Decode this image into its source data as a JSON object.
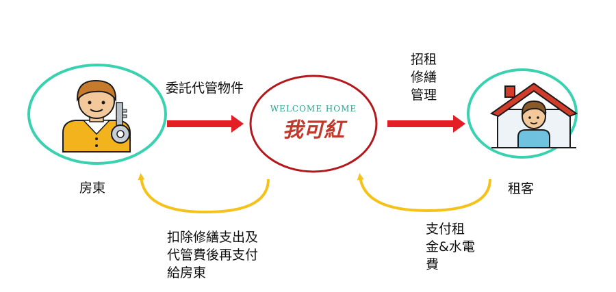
{
  "nodes": {
    "landlord": {
      "label": "房東"
    },
    "tenant": {
      "label": "租客"
    },
    "company": {
      "brand_en": "WELCOME HOME",
      "brand_zh": "我可紅"
    }
  },
  "arrows": {
    "landlord_to_company": {
      "label": "委託代管物件"
    },
    "company_to_tenant": {
      "lines": [
        "招租",
        "修繕",
        "管理"
      ]
    },
    "tenant_to_company": {
      "lines": [
        "支付租",
        "金&水電",
        "費"
      ]
    },
    "company_to_landlord": {
      "lines": [
        "扣除修繕支出及",
        "代管費後再支付",
        "給房東"
      ]
    }
  },
  "colors": {
    "circle_border": "#3ad1b0",
    "company_border": "#b3191c",
    "forward_arrow": "#e31e24",
    "return_arrow": "#f5c21b"
  }
}
